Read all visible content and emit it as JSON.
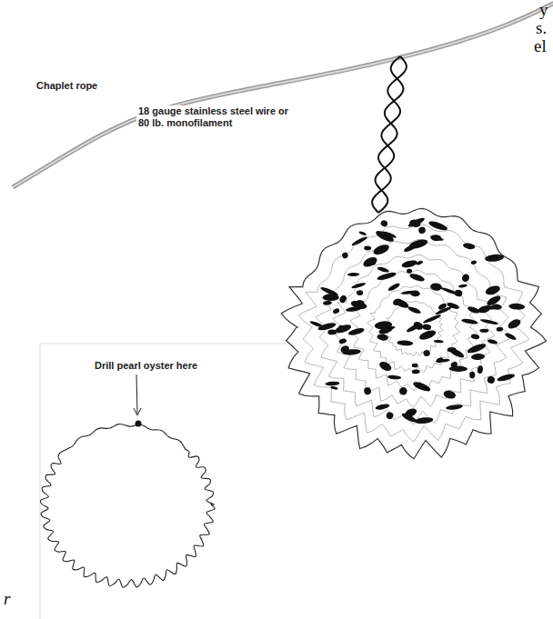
{
  "diagram": {
    "labels": [
      "y",
      "s.",
      "el",
      "Chaplet rope",
      "18 gauge stainless steel wire or 80 lb. monofilament",
      "Drill pearl oyster here",
      "r"
    ]
  }
}
